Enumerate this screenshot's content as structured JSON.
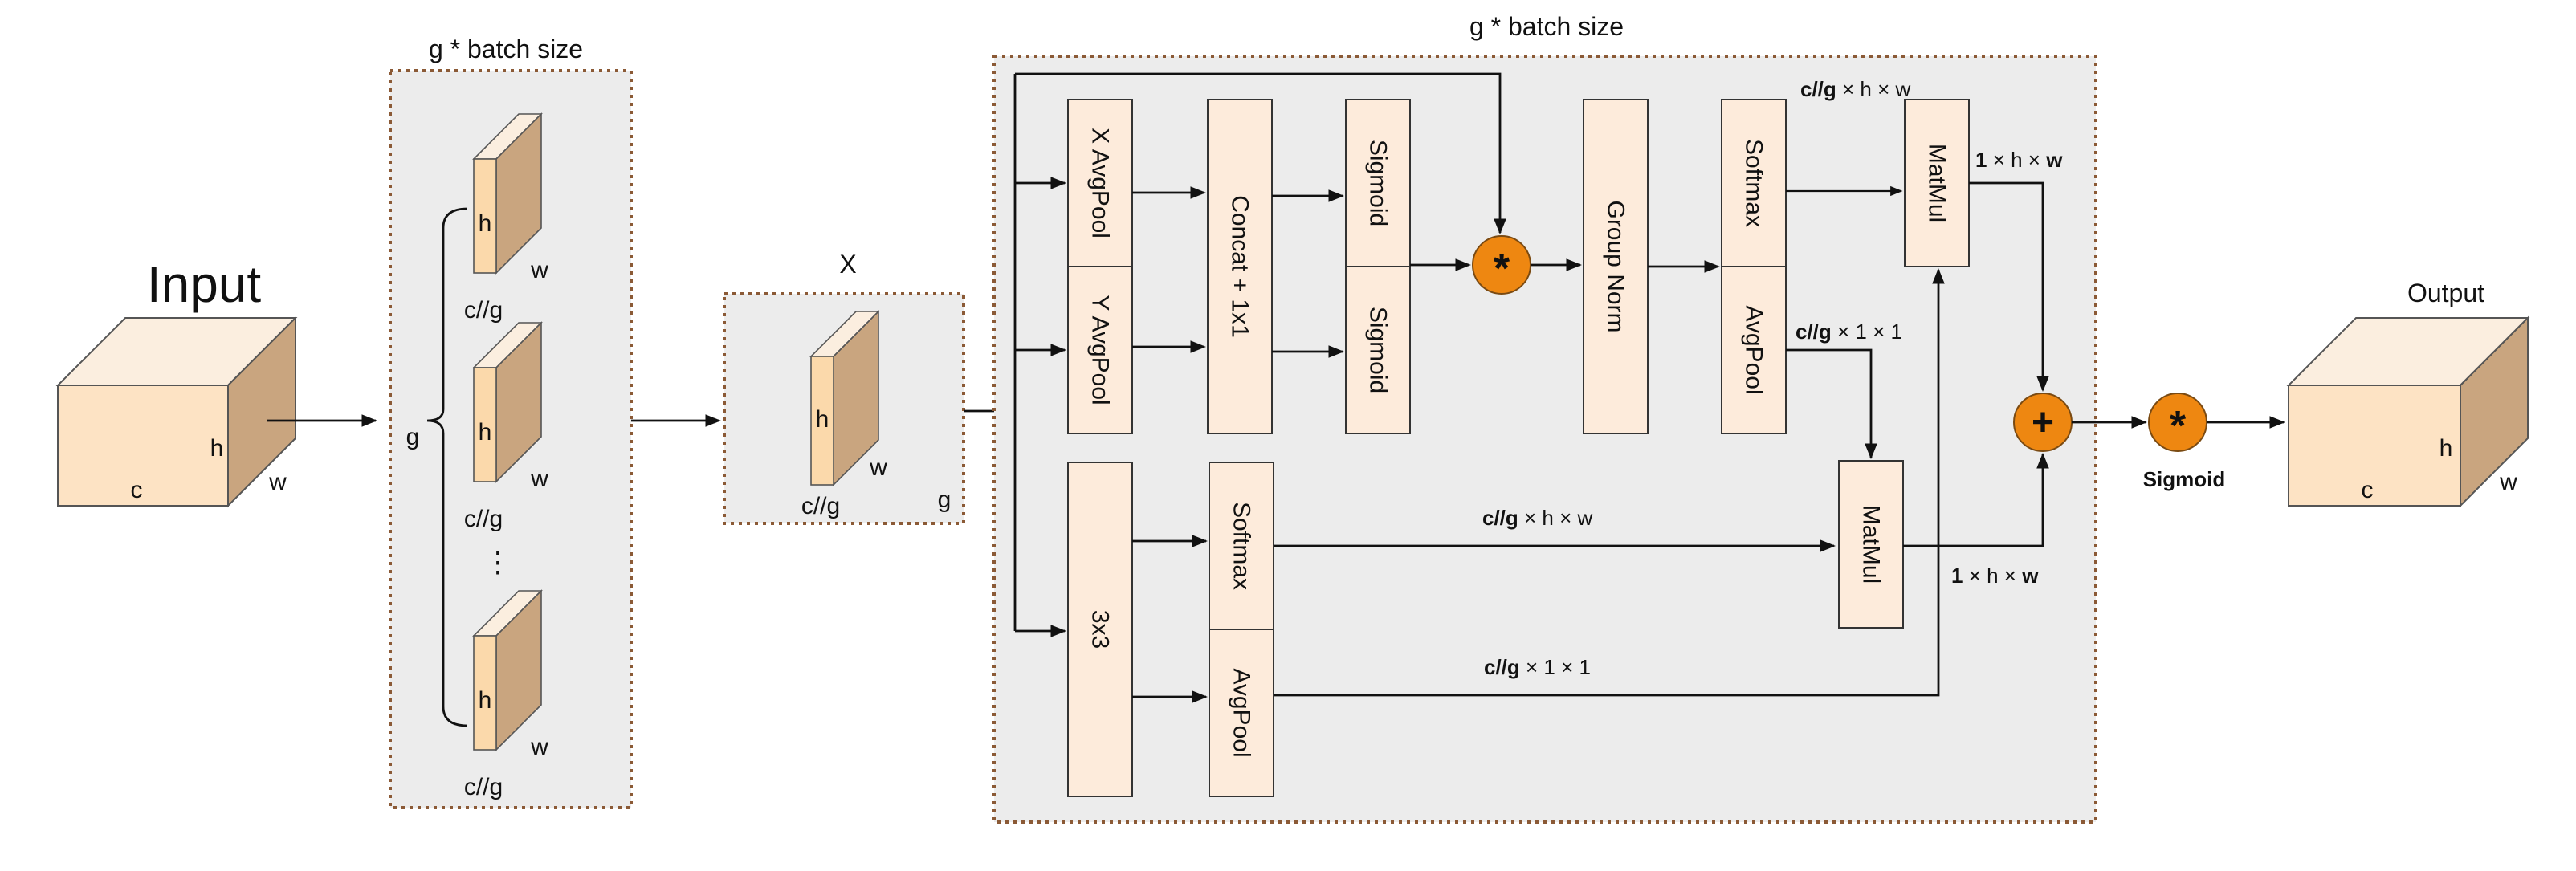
{
  "diagram": {
    "input": {
      "title": "Input",
      "c": "c",
      "h": "h",
      "w": "w"
    },
    "groups": {
      "title": "g * batch size",
      "brace": "g",
      "slice_h": "h",
      "slice_w": "w",
      "slice_c": "c//g",
      "ellipsis": "⋮"
    },
    "x_box": {
      "title": "X",
      "h": "h",
      "w": "w",
      "c": "c//g",
      "g": "g"
    },
    "main": {
      "title": "g * batch size",
      "x_avgpool": "X AvgPool",
      "y_avgpool": "Y AvgPool",
      "concat": "Concat + 1x1",
      "sigmoid_top": "Sigmoid",
      "sigmoid_bottom": "Sigmoid",
      "multiply_symbol": "*",
      "group_norm": "Group Norm",
      "softmax_top": "Softmax",
      "avgpool_top": "AvgPool",
      "matmul_top": "MatMul",
      "matmul_bottom": "MatMul",
      "conv3x3": "3x3",
      "softmax_bottom": "Softmax",
      "avgpool_bottom": "AvgPool",
      "plus_symbol": "+",
      "dims": {
        "top_in_bold": "c//g",
        "top_in_rest": " × h × w",
        "top_out_bold": "1",
        "top_out_mid": " × h × ",
        "top_out_end": "w",
        "mid_bold": "c//g",
        "mid_rest": " × 1 × 1",
        "bot_sm_bold": "c//g",
        "bot_sm_rest": " × h × w",
        "bot_out_bold": "1",
        "bot_out_mid": " × h × ",
        "bot_out_end": "w",
        "bot_ap_bold": "c//g",
        "bot_ap_rest": " × 1 × 1"
      }
    },
    "final": {
      "multiply_symbol": "*",
      "sigmoid_label": "Sigmoid"
    },
    "output": {
      "title": "Output",
      "c": "c",
      "h": "h",
      "w": "w"
    }
  },
  "colors": {
    "block_fill": "#fdebdb",
    "block_stroke": "#333333",
    "cube_front": "#fde3c4",
    "cube_top": "#fbeedf",
    "cube_side": "#c9a57f",
    "slice_front": "#fbd9ab",
    "slice_side": "#c9a57f",
    "panel_fill": "#ececec",
    "panel_border": "#8b5a36",
    "operator": "#ee8711"
  }
}
